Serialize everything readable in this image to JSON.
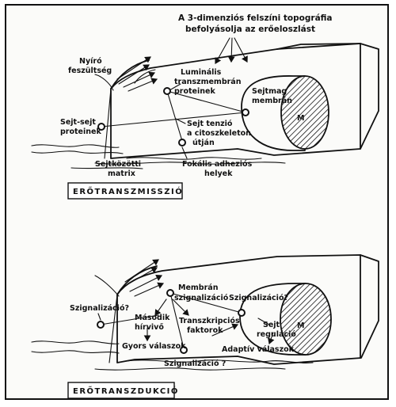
{
  "transmission": {
    "heading_line1": "A 3-dimenziós felszíni topográfia",
    "heading_line2": "befolyásolja az erőeloszlást",
    "shear_line1": "Nyíró",
    "shear_line2": "feszültség",
    "luminal_line1": "Luminális",
    "luminal_line2": "transzmembrán",
    "luminal_line3": "proteinek",
    "nuclear_line1": "Sejtmag",
    "nuclear_line2": "membrán",
    "nucleus_letter": "M",
    "cellcell_line1": "Sejt-sejt",
    "cellcell_line2": "proteinek",
    "tension_line1": "Sejt tenzió",
    "tension_line2": "a citoszkeleton",
    "tension_line3": "útján",
    "matrix_line1": "Sejtközötti",
    "matrix_line2": "matrix",
    "focal_line1": "Fokális adheziós",
    "focal_line2": "helyek",
    "box_title": "ERŐTRANSZMISSZIÓ"
  },
  "transduction": {
    "membrane_line1": "Membrán",
    "membrane_line2": "szignalizáció",
    "signal_left": "Szignalizáció?",
    "signal_nucleus": "Szignalizáció?",
    "nucleus_letter": "M",
    "second_line1": "Második",
    "second_line2": "hírvivő",
    "tf_line1": "Transzkripciós",
    "tf_line2": "faktorok",
    "cell_reg_line1": "Sejt",
    "cell_reg_line2": "reguláció",
    "fast": "Gyors válaszok",
    "adaptive": "Adaptív válaszok",
    "signal_bottom": "Szignalizáció ?",
    "box_title": "ERŐTRANSZDUKCIÓ"
  },
  "colors": {
    "ink": "#111111",
    "paper": "#fbfbf9"
  }
}
